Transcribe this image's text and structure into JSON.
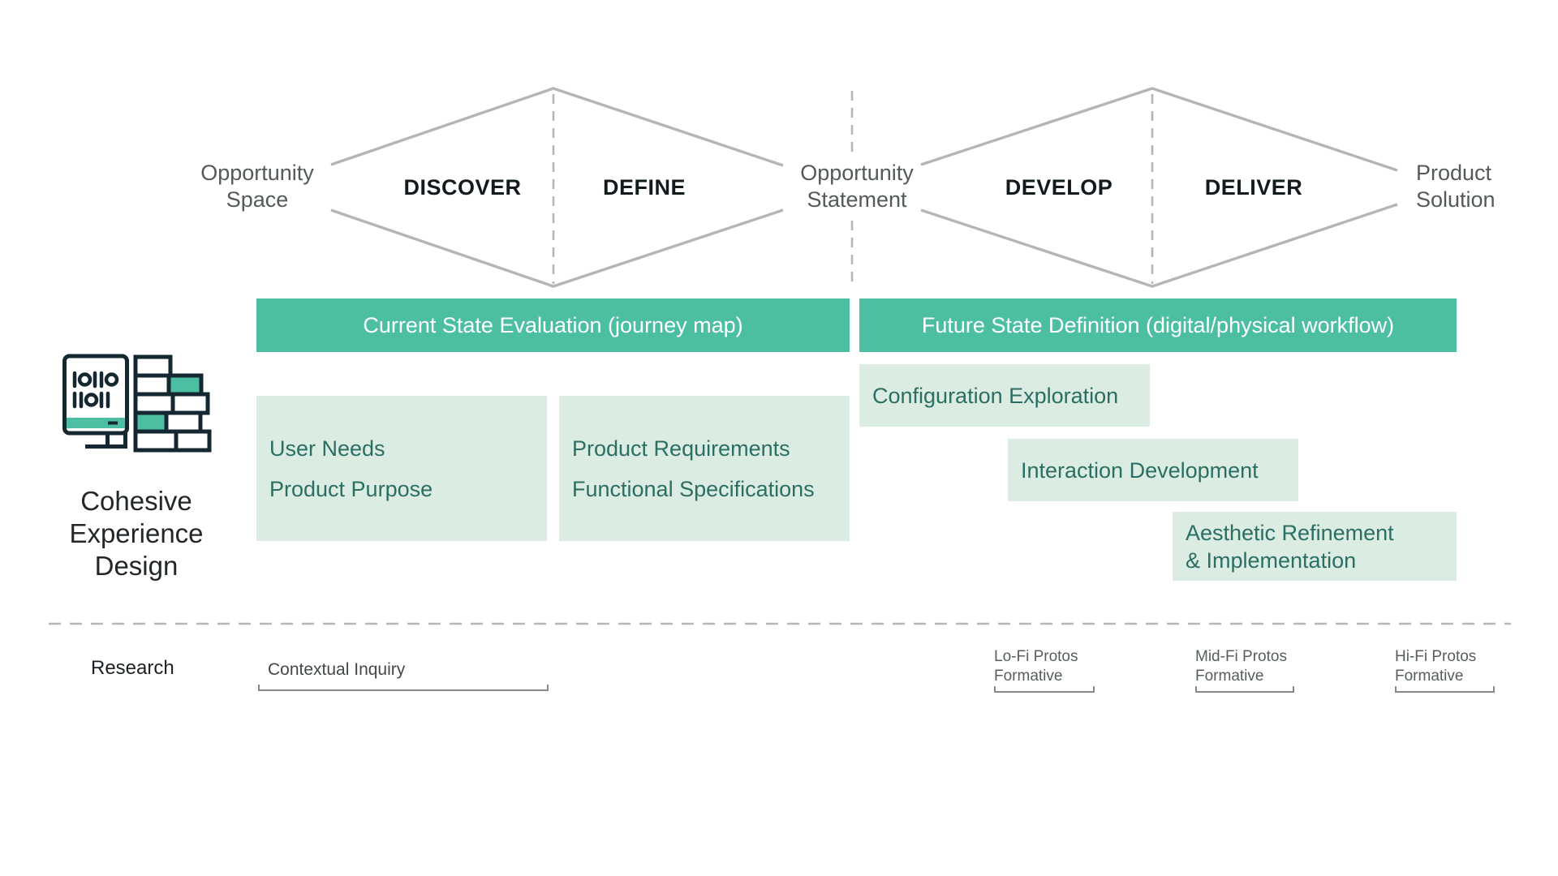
{
  "palette": {
    "teal": "#4CBFA3",
    "light_green": "#DBECE2",
    "dark_teal_text": "#2B6E63",
    "line_gray": "#B3B6B5",
    "muted_label_gray": "#54595B",
    "phase_text": "#121A1E",
    "small_label_gray": "#575E61",
    "bar_text": "#FFFFFF"
  },
  "diamonds": {
    "left_label": {
      "line1": "Opportunity",
      "line2": "Space"
    },
    "phase_discover": "DISCOVER",
    "phase_define": "DEFINE",
    "phase_develop": "DEVELOP",
    "phase_deliver": "DELIVER",
    "mid_label": {
      "line1": "Opportunity",
      "line2": "Statement"
    },
    "right_label": {
      "line1": "Product",
      "line2": "Solution"
    }
  },
  "bars": {
    "current_state": "Current State Evaluation (journey map)",
    "future_state": "Future State Definition (digital/physical workflow)"
  },
  "activity_boxes": {
    "discover": {
      "line1": "User Needs",
      "line2": "Product Purpose"
    },
    "define": {
      "line1": "Product Requirements",
      "line2": "Functional Specifications"
    },
    "develop_1": {
      "line1": "Configuration Exploration"
    },
    "develop_2": {
      "line1": "Interaction Development"
    },
    "deliver": {
      "line1": "Aesthetic Refinement",
      "line2": "& Implementation"
    }
  },
  "sidebar": {
    "icon": "monitor-binary-and-brick-wall-icon",
    "title": {
      "line1": "Cohesive",
      "line2": "Experience",
      "line3": "Design"
    }
  },
  "research": {
    "label": "Research",
    "contextual_inquiry": "Contextual Inquiry",
    "protos": [
      {
        "line1": "Lo-Fi Protos",
        "line2": "Formative"
      },
      {
        "line1": "Mid-Fi Protos",
        "line2": "Formative"
      },
      {
        "line1": "Hi-Fi Protos",
        "line2": "Formative"
      }
    ]
  }
}
